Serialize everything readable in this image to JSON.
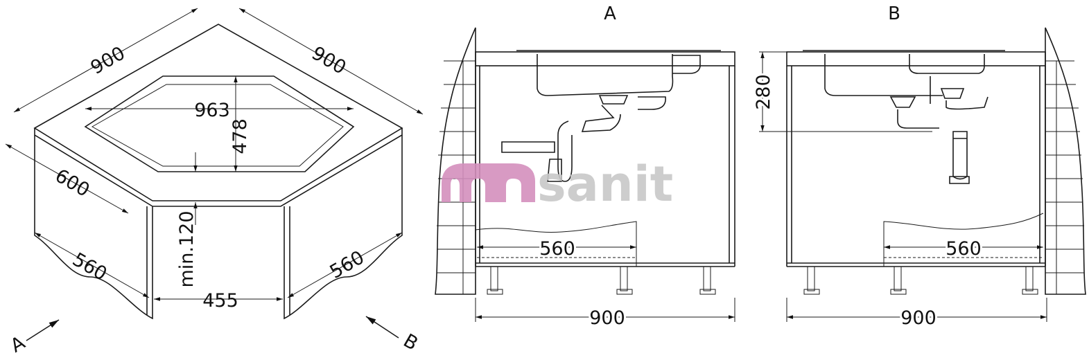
{
  "views": {
    "a_title": "A",
    "b_title": "B"
  },
  "isometric": {
    "top_left_width": "900",
    "top_right_width": "900",
    "cutout_width": "963",
    "cutout_depth": "478",
    "depth": "600",
    "min_height": "min.120",
    "left_cabinet": "560",
    "right_cabinet": "560",
    "front_opening": "455",
    "arrow_a": "A",
    "arrow_b": "B"
  },
  "view_a": {
    "inner": "560",
    "width": "900"
  },
  "view_b": {
    "height": "280",
    "inner": "560",
    "width": "900"
  },
  "logo": {
    "text": "sanit",
    "color_pink": "#d48fbd",
    "color_grey": "#c8c8c8"
  }
}
